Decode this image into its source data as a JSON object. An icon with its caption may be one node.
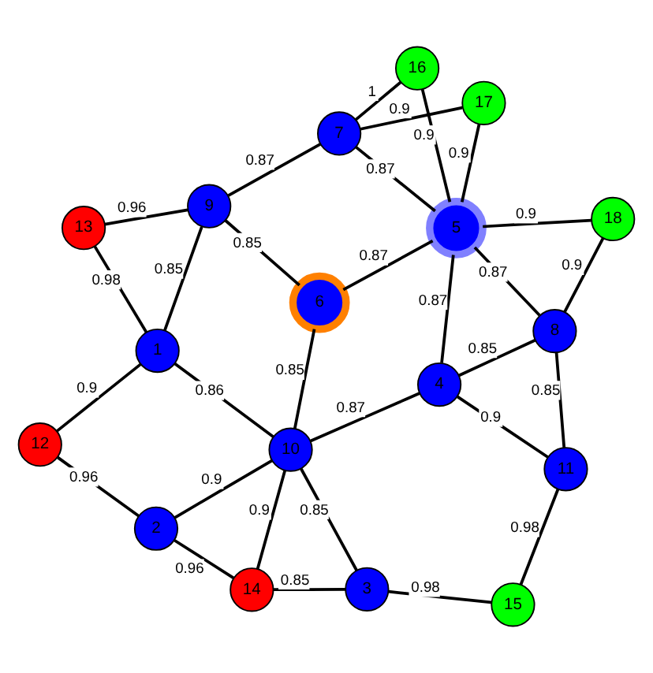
{
  "diagram": {
    "nodes": [
      {
        "text": [
          "13"
        ]
      },
      {
        "text": [
          "9"
        ]
      },
      {
        "text": [
          "7"
        ]
      },
      {
        "text": [
          "16"
        ]
      },
      {
        "text": [
          "12"
        ]
      },
      {
        "text": [
          "1"
        ]
      },
      {
        "text": [
          "6"
        ]
      },
      {
        "text": [
          "17"
        ]
      },
      {
        "text": [
          "2"
        ]
      },
      {
        "text": [
          "10"
        ]
      },
      {
        "text": [
          "14"
        ]
      },
      {
        "text": [
          "4"
        ]
      },
      {
        "text": [
          "5"
        ]
      },
      {
        "text": [
          "18"
        ]
      },
      {
        "text": [
          "3"
        ]
      },
      {
        "text": [
          "15"
        ]
      },
      {
        "text": [
          "11"
        ]
      },
      {
        "text": [
          "8"
        ]
      }
    ],
    "edges": [
      {
        "from": 0,
        "to": 1,
        "arrow": "none",
        "label": "0.96"
      },
      {
        "from": 0,
        "to": 5,
        "arrow": "none",
        "label": "0.98"
      },
      {
        "from": 1,
        "to": 5,
        "arrow": "none",
        "label": "0.85"
      },
      {
        "from": 4,
        "to": 5,
        "arrow": "none",
        "label": "0.9"
      },
      {
        "from": 1,
        "to": 2,
        "arrow": "none",
        "label": "0.87"
      },
      {
        "from": 2,
        "to": 3,
        "arrow": "none",
        "label": "1"
      },
      {
        "from": 1,
        "to": 6,
        "arrow": "none",
        "label": "0.85"
      },
      {
        "from": 2,
        "to": 12,
        "arrow": "none",
        "label": "0.87"
      },
      {
        "from": 2,
        "to": 7,
        "arrow": "none",
        "label": "0.9"
      },
      {
        "from": 3,
        "to": 12,
        "arrow": "none",
        "label": "0.9"
      },
      {
        "from": 7,
        "to": 12,
        "arrow": "none",
        "label": "0.9"
      },
      {
        "from": 4,
        "to": 8,
        "arrow": "none",
        "label": "0.96"
      },
      {
        "from": 5,
        "to": 9,
        "arrow": "none",
        "label": "0.86"
      },
      {
        "from": 9,
        "to": 6,
        "arrow": "none",
        "label": "0.85"
      },
      {
        "from": 6,
        "to": 12,
        "arrow": "none",
        "label": "0.87"
      },
      {
        "from": 8,
        "to": 9,
        "arrow": "none",
        "label": "0.9"
      },
      {
        "from": 8,
        "to": 10,
        "arrow": "none",
        "label": "0.96"
      },
      {
        "from": 10,
        "to": 9,
        "arrow": "none",
        "label": "0.9"
      },
      {
        "from": 9,
        "to": 11,
        "arrow": "none",
        "label": "0.87"
      },
      {
        "from": 11,
        "to": 12,
        "arrow": "none",
        "label": "0.87"
      },
      {
        "from": 10,
        "to": 14,
        "arrow": "none",
        "label": "0.85"
      },
      {
        "from": 9,
        "to": 14,
        "arrow": "none",
        "label": "0.85"
      },
      {
        "from": 14,
        "to": 15,
        "arrow": "none",
        "label": "0.98"
      },
      {
        "from": 15,
        "to": 16,
        "arrow": "none",
        "label": "0.98"
      },
      {
        "from": 11,
        "to": 16,
        "arrow": "none",
        "label": "0.9"
      },
      {
        "from": 11,
        "to": 17,
        "arrow": "none",
        "label": "0.85"
      },
      {
        "from": 16,
        "to": 17,
        "arrow": "none",
        "label": "0.85"
      },
      {
        "from": 12,
        "to": 17,
        "arrow": "none",
        "label": "0.87"
      },
      {
        "from": 12,
        "to": 13,
        "arrow": "none",
        "label": "0.9"
      },
      {
        "from": 13,
        "to": 17,
        "arrow": "none",
        "label": "0.9"
      }
    ]
  }
}
